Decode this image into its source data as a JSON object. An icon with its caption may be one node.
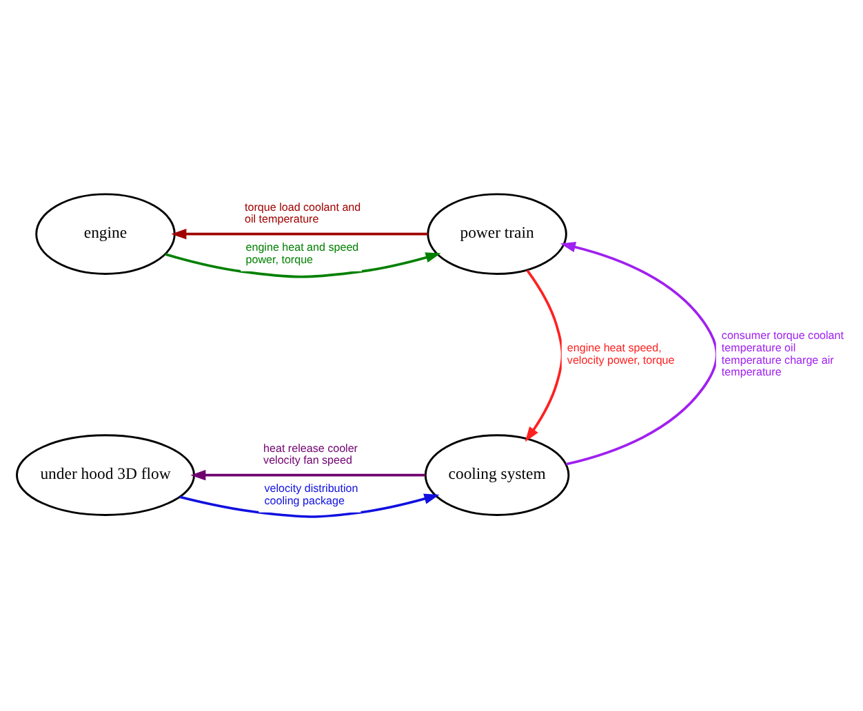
{
  "diagram": {
    "nodes": [
      {
        "text": [
          "engine"
        ]
      },
      {
        "text": [
          "power train"
        ]
      },
      {
        "text": [
          "under hood 3D flow"
        ]
      },
      {
        "text": [
          "cooling system"
        ]
      }
    ],
    "edges": [
      {
        "from": 1,
        "to": 0,
        "arrow": "to",
        "color": "#a00000",
        "label": "torque load coolant and oil temperature"
      },
      {
        "from": 0,
        "to": 1,
        "arrow": "to",
        "color": "#008000",
        "label": "engine heat and speed power, torque"
      },
      {
        "from": 1,
        "to": 3,
        "arrow": "to",
        "color": "#ff2020",
        "label": "engine heat speed, velocity power, torque"
      },
      {
        "from": 3,
        "to": 1,
        "arrow": "to",
        "color": "#a020f0",
        "label": "consumer torque coolant temperature oil temperature charge air temperature"
      },
      {
        "from": 3,
        "to": 2,
        "arrow": "to",
        "color": "#700070",
        "label": "heat release cooler velocity fan speed"
      },
      {
        "from": 2,
        "to": 3,
        "arrow": "to",
        "color": "#1010e0",
        "label": "velocity distribution cooling package"
      }
    ]
  }
}
